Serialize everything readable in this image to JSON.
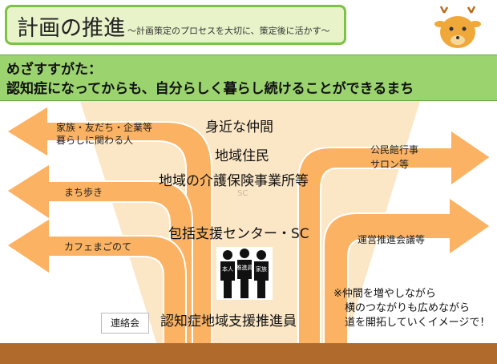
{
  "header": {
    "title": "計画の推進",
    "subtitle": "～計画策定のプロセスを大切に、策定後に活かす～"
  },
  "goal": {
    "line1": "めざすすがた：",
    "line2": "認知症になってからも、自分らしく暮らし続けることができるまち"
  },
  "center_stack": {
    "item1": "身近な仲間",
    "item2": "地域住民",
    "item3": "地域の介護保険事業所等",
    "item3_sub": "SC",
    "item4": "包括支援センター・SC",
    "bottom": "認知症地域支援推進員"
  },
  "left_arrows": {
    "top_line1": "家族・友だち・企業等",
    "top_line2": "暮らしに関わる人",
    "middle": "まち歩き",
    "bottom": "カフェまごのて"
  },
  "right_arrows": {
    "top_line1": "公民館行事",
    "top_line2": "サロン等",
    "bottom": "運営推進会議等"
  },
  "meeting_box": "連絡会",
  "note": {
    "line1": "※仲間を増やしながら",
    "line2": "横のつながりも広めながら",
    "line3": "道を開拓していくイメージで！"
  },
  "group_labels": [
    "本人",
    "推進員",
    "家族"
  ],
  "colors": {
    "title_border": "#7cc243",
    "goal_band": "#9bd36f",
    "funnel": "#fbe7c6",
    "arrow_fill": "#fbb262",
    "ground": "#b06b2c"
  }
}
